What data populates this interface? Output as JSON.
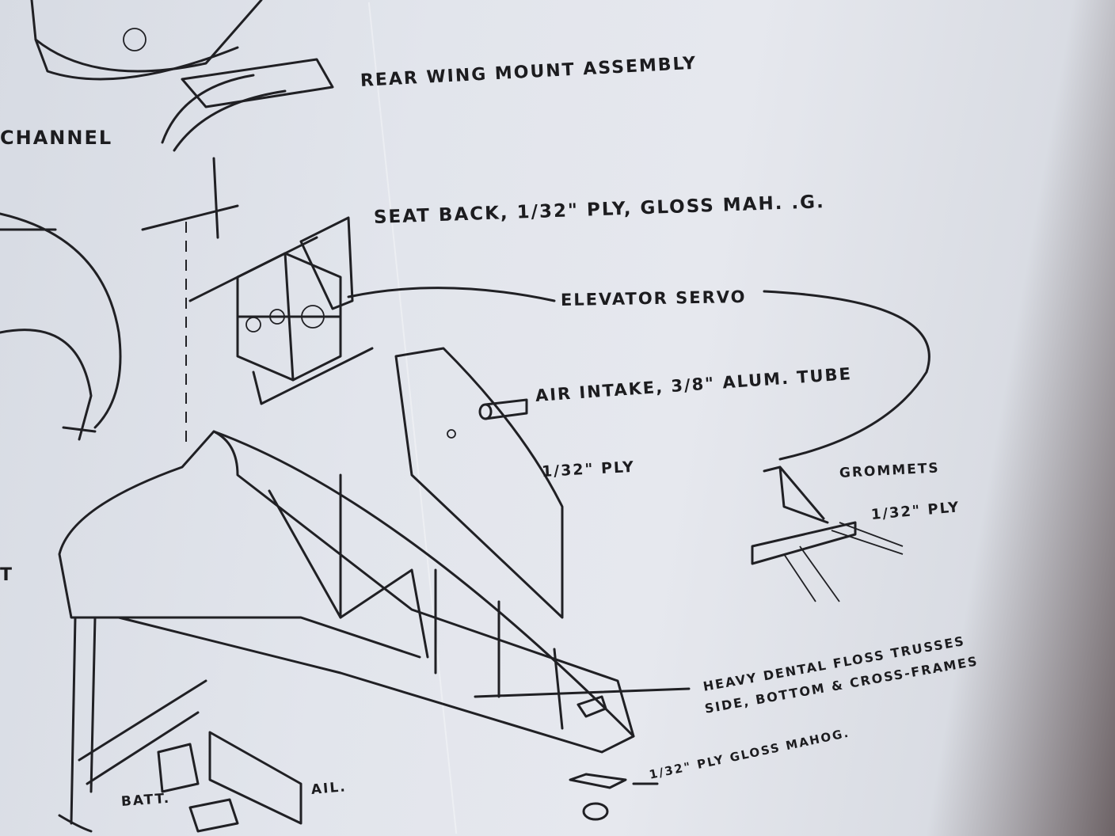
{
  "labels": {
    "rear_wing_mount": "REAR WING MOUNT ASSEMBLY",
    "channel": "CHANNEL",
    "seat_back": "SEAT BACK, 1/32\" PLY, GLOSS MAH. .G.",
    "elevator_servo": "ELEVATOR SERVO",
    "air_intake": "AIR INTAKE,  3/8\" ALUM. TUBE",
    "side_ply": "1/32\" PLY",
    "grommets": "GROMMETS",
    "servo_ply": "1/32\" PLY",
    "trusses_line1": "HEAVY DENTAL FLOSS TRUSSES",
    "trusses_line2": "SIDE, BOTTOM & CROSS-FRAMES",
    "bottom_ply": "1/32\" PLY GLOSS MAHOG.",
    "batt": "BATT.",
    "ail": "AIL.",
    "edge_t": "T"
  }
}
